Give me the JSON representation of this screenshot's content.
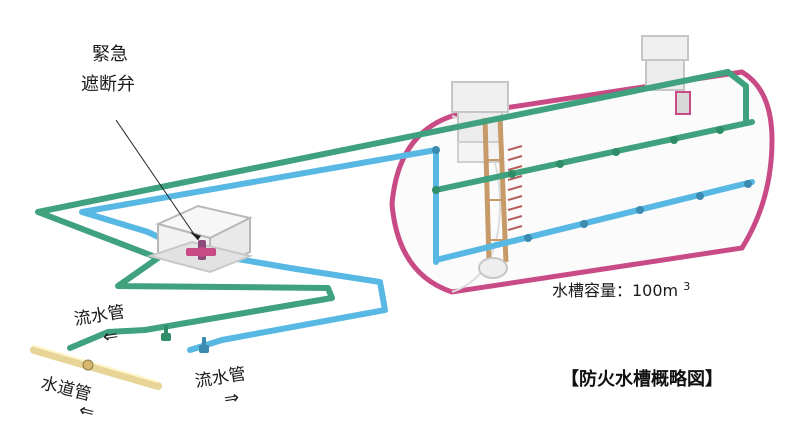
{
  "labels": {
    "valve_line1": "緊急",
    "valve_line2": "遮断弁",
    "outflow_pipe": "流水管",
    "outflow_arrow": "⇐",
    "inflow_pipe": "流水管",
    "inflow_arrow": "⇒",
    "water_main": "水道管",
    "water_main_arrow": "⇐",
    "capacity_text": "水槽容量：100m",
    "capacity_sup": "3",
    "title": "【防火水槽概略図】"
  },
  "colors": {
    "green_pipe": "#3fa17d",
    "blue_pipe": "#58b8e4",
    "tank_outline": "#c94b86",
    "water_main": "#e6d596",
    "ladder": "#c79a6a"
  },
  "icons": {
    "valve_box": "valve-box-icon",
    "valve": "valve-icon"
  }
}
